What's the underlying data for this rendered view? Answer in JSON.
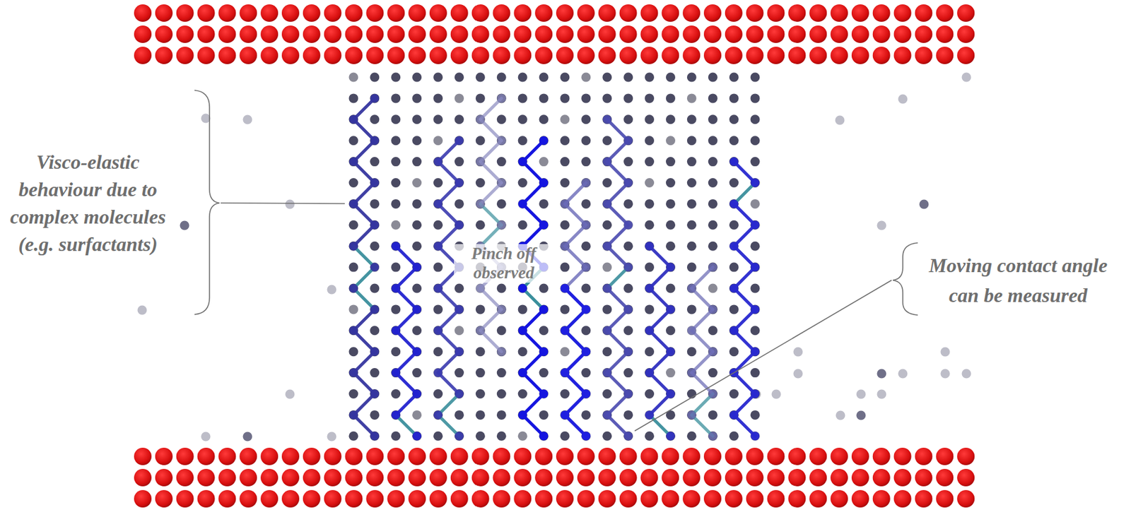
{
  "diagram": {
    "labels": [
      "Visco-elastic behaviour due to complex molecules (e.g. surfactants)",
      "Pinch off observed",
      "Moving contact angle can be measured"
    ]
  }
}
